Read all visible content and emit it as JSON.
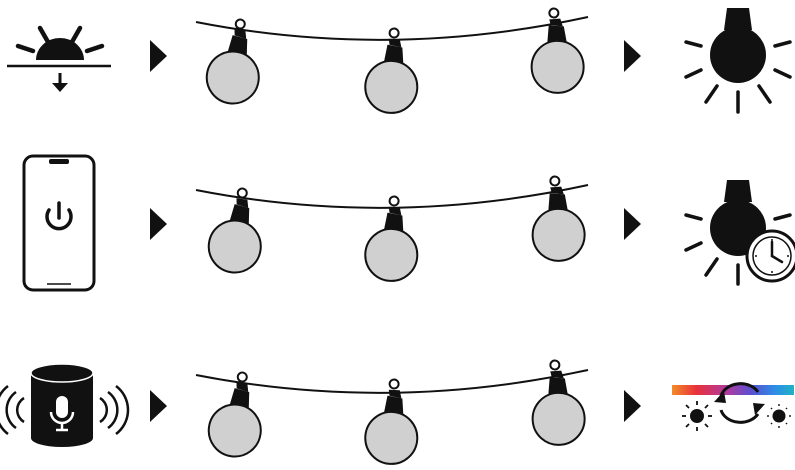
{
  "rows": [
    {
      "trigger": {
        "icon": "sunset-icon"
      },
      "arrow_in": {
        "icon": "triangle-arrow-right-icon"
      },
      "lights": {
        "icon": "string-lights-icon",
        "bulb_count": 3
      },
      "arrow_out": {
        "icon": "triangle-arrow-right-icon"
      },
      "result": {
        "icon": "bulb-on-icon"
      }
    },
    {
      "trigger": {
        "icon": "smartphone-power-icon"
      },
      "arrow_in": {
        "icon": "triangle-arrow-right-icon"
      },
      "lights": {
        "icon": "string-lights-icon",
        "bulb_count": 3
      },
      "arrow_out": {
        "icon": "triangle-arrow-right-icon"
      },
      "result": {
        "icon": "bulb-timer-icon"
      }
    },
    {
      "trigger": {
        "icon": "smart-speaker-voice-icon"
      },
      "arrow_in": {
        "icon": "triangle-arrow-right-icon"
      },
      "lights": {
        "icon": "string-lights-icon",
        "bulb_count": 3
      },
      "arrow_out": {
        "icon": "triangle-arrow-right-icon"
      },
      "result": {
        "icon": "color-brightness-cycle-icon"
      }
    }
  ],
  "colors": {
    "ink": "#111111",
    "bulb_fill": "#d0d0d0",
    "background": "#ffffff",
    "rainbow": [
      "#f28c28",
      "#e8313b",
      "#b03aa0",
      "#5a4fd1",
      "#2c8fe6",
      "#1fb3c6"
    ]
  }
}
